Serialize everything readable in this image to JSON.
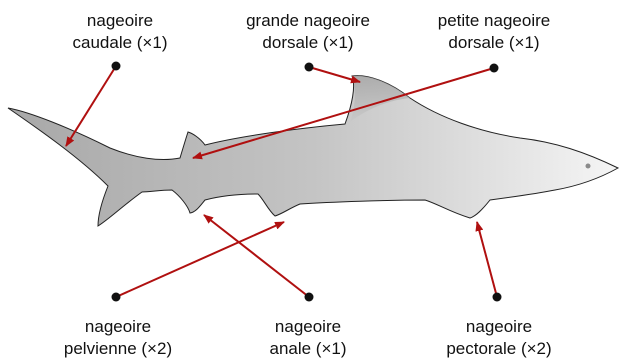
{
  "colors": {
    "arrow": "#b01010",
    "body_light": "#f5f5f5",
    "body_dark": "#a8a8a8",
    "outline": "#222222",
    "dot": "#111111"
  },
  "labels": {
    "caudal": {
      "line1": "nageoire",
      "line2": "caudale (×1)"
    },
    "dorsal_big": {
      "line1": "grande nageoire",
      "line2": "dorsale (×1)"
    },
    "dorsal_small": {
      "line1": "petite nageoire",
      "line2": "dorsale (×1)"
    },
    "pelvic": {
      "line1": "nageoire",
      "line2": "pelvienne (×2)"
    },
    "anal": {
      "line1": "nageoire",
      "line2": "anale (×1)"
    },
    "pectoral": {
      "line1": "nageoire",
      "line2": "pectorale (×2)"
    }
  }
}
